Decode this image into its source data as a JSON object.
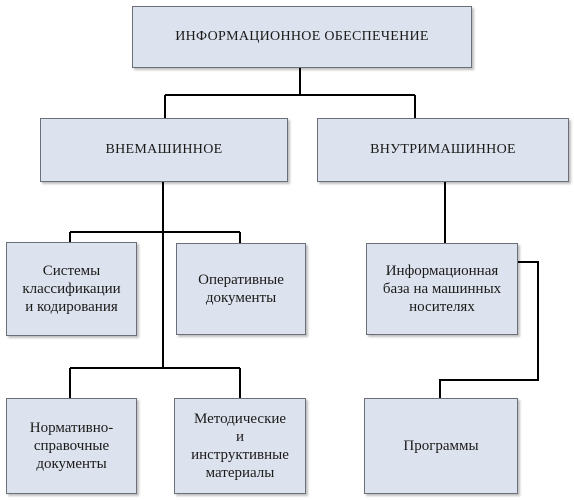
{
  "diagram": {
    "root": "ИНФОРМАЦИОННОЕ ОБЕСПЕЧЕНИЕ",
    "left_branch": "ВНЕМАШИННОЕ",
    "right_branch": "ВНУТРИМАШИННОЕ",
    "left_children": [
      "Системы\nклассификации\nи кодирования",
      "Оперативные\nдокументы",
      "Нормативно-\nсправочные\nдокументы",
      "Методические\nи\nинструктивные\nматериалы"
    ],
    "right_children": [
      "Информационная\nбаза на машинных\nносителях",
      "Программы"
    ],
    "colors": {
      "box_fill": "#dde3ee",
      "box_border": "#6b6f78",
      "connector": "#000000"
    }
  }
}
